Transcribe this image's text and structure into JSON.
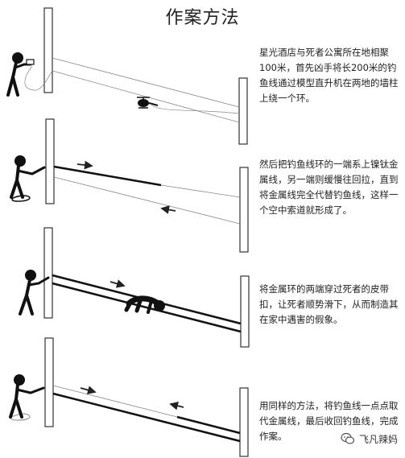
{
  "title": "作案方法",
  "steps": [
    {
      "caption": "星光酒店与死者公寓所在地相聚100米，首先凶手将长200米的钓鱼线通过模型直升机在两地的墙柱上绕一个环。"
    },
    {
      "caption": "然后把钓鱼线环的一端系上镍钛金属线，另一端则缓慢往回拉，直到将金属线完全代替钓鱼线，这样一个空中索道就形成了。"
    },
    {
      "caption": "将金属环的两端穿过死者的皮带扣，让死者顺势滑下，从而制造其在家中遇害的假象。"
    },
    {
      "caption": "用同样的方法，将钓鱼线一点点取代金属线，最后收回钓鱼线，完成作案。"
    }
  ],
  "watermark": {
    "text": "飞凡辣妈",
    "icon": "wechat-icon"
  }
}
